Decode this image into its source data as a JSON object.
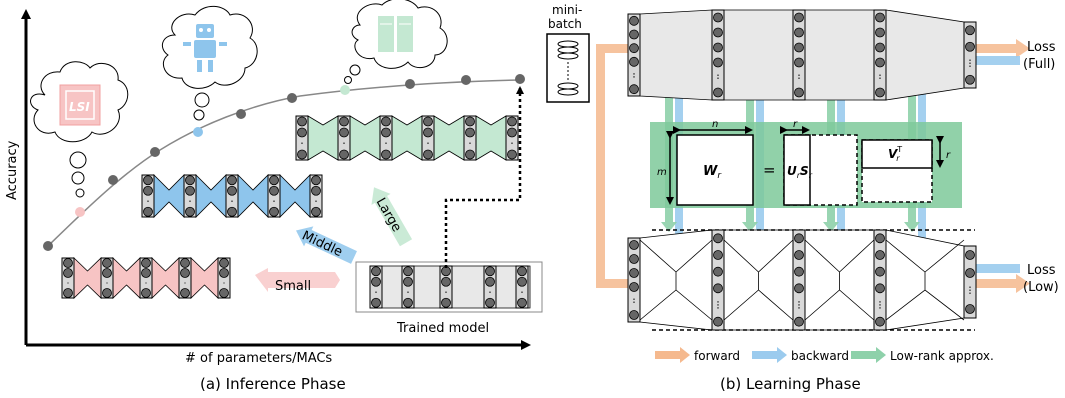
{
  "left_panel": {
    "y_axis_label": "Accuracy",
    "x_axis_label": "# of parameters/MACs",
    "caption": "(a) Inference Phase",
    "chip_label": "LSI",
    "arrow_small": "Small",
    "arrow_middle": "Middle",
    "arrow_large": "Large",
    "trained_model_label": "Trained model"
  },
  "right_panel": {
    "minibatch_label_line1": "mini-",
    "minibatch_label_line2": "batch",
    "loss_full_line1": "Loss",
    "loss_full_line2": "(Full)",
    "loss_low_line1": "Loss",
    "loss_low_line2": "(Low)",
    "matrix_n": "n",
    "matrix_m": "m",
    "matrix_r_top": "r",
    "matrix_r_side": "r",
    "matrix_W": "W",
    "matrix_W_sub": "r",
    "equals": "=",
    "matrix_US": "U",
    "matrix_US_sub1": "r",
    "matrix_S": "S",
    "matrix_US_sub2": "r",
    "matrix_V": "V",
    "matrix_V_sub": "r",
    "matrix_V_sup": "T",
    "caption": "(b) Learning Phase"
  },
  "legend": {
    "forward": "forward",
    "backward": "backward",
    "lowrank": "Low-rank approx."
  },
  "colors": {
    "forward": "#f5b98e",
    "backward": "#9bcbee",
    "lowrank": "#8ed1aa",
    "lowrank_box": "#7ec99a",
    "small_net": "#f7c4c4",
    "middle_net": "#8ec5ec",
    "large_net": "#c4e8d2",
    "trained_net": "#e8e8e8",
    "curve_point": "#666666"
  }
}
